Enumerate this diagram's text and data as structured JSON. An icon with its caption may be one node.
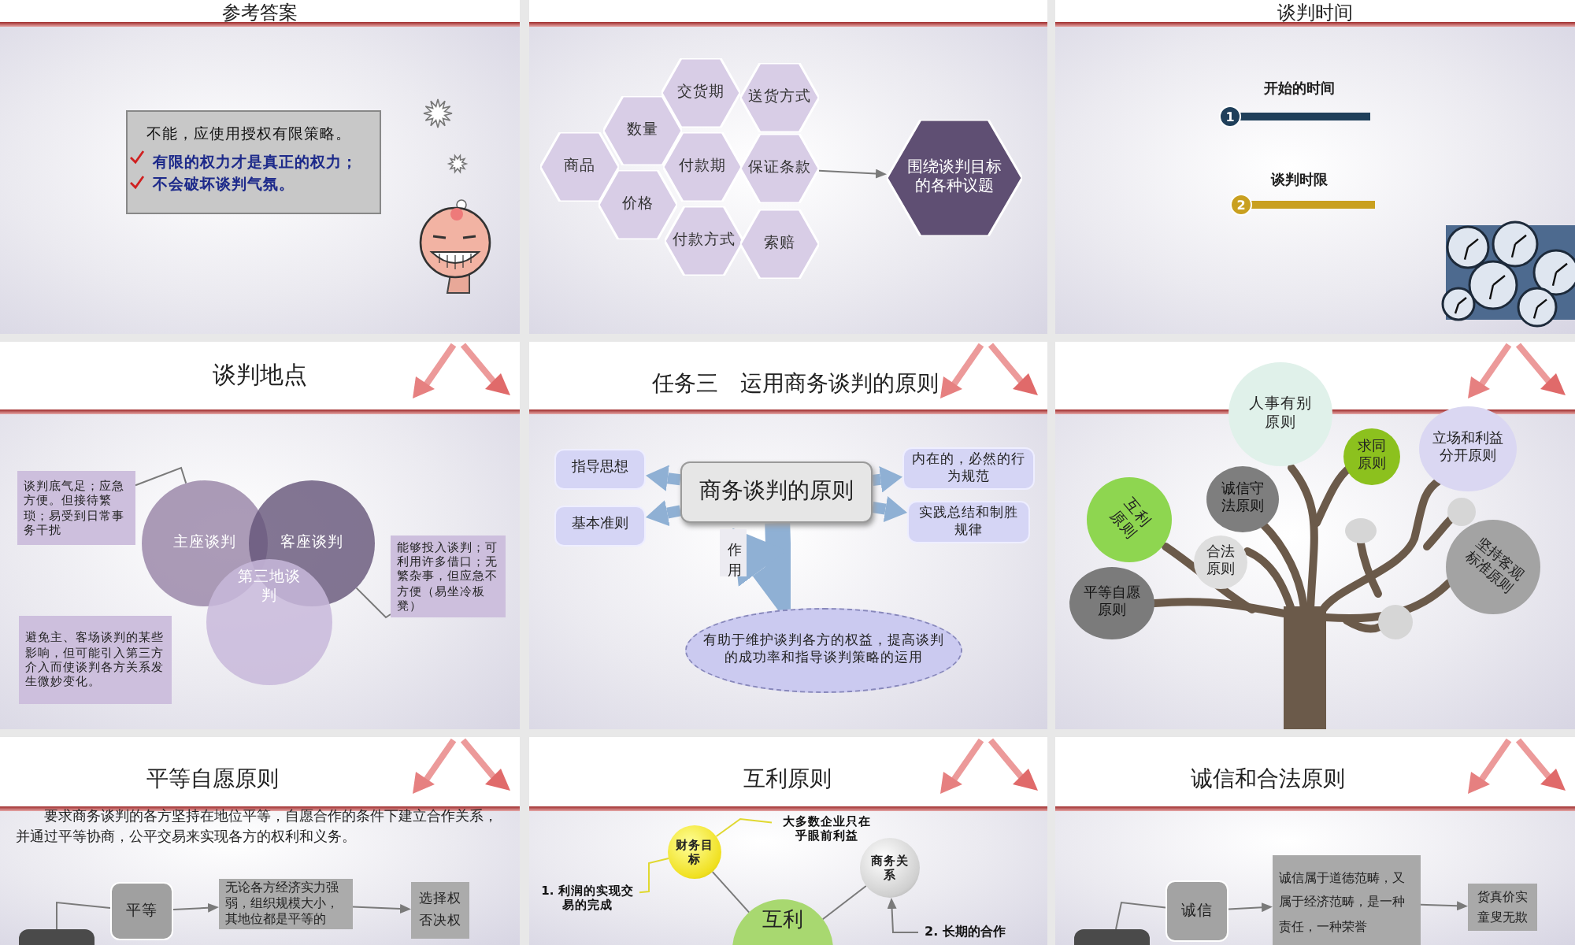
{
  "diagram": {
    "nodes": [
      {
        "text": [
          "不能，应使用授权有限策略。",
          "有限的权力才是真正的权力；",
          "不会破坏谈判气氛。"
        ]
      },
      {
        "text": [
          "商品"
        ]
      },
      {
        "text": [
          "数量"
        ]
      },
      {
        "text": [
          "价格"
        ]
      },
      {
        "text": [
          "交货期"
        ]
      },
      {
        "text": [
          "付款期"
        ]
      },
      {
        "text": [
          "付款方式"
        ]
      },
      {
        "text": [
          "送货方式"
        ]
      },
      {
        "text": [
          "保证条款"
        ]
      },
      {
        "text": [
          "索赔"
        ]
      },
      {
        "text": [
          "围绕谈判目标的各种议题"
        ]
      },
      {
        "text": [
          "主座谈判"
        ]
      },
      {
        "text": [
          "客座谈判"
        ]
      },
      {
        "text": [
          "第三地谈判"
        ]
      },
      {
        "text": [
          "谈判底气足；应急方便。但接待繁琐；易受到日常事务干扰"
        ]
      },
      {
        "text": [
          "能够投入谈判；可利用许多借口；无繁杂事，但应急不方便（易坐冷板凳）"
        ]
      },
      {
        "text": [
          "避免主、客场谈判的某些影响，但可能引入第三方介入而使谈判各方关系发生微妙变化。"
        ]
      },
      {
        "text": [
          "商务谈判的原则"
        ]
      },
      {
        "text": [
          "指导思想"
        ]
      },
      {
        "text": [
          "基本准则"
        ]
      },
      {
        "text": [
          "内在的，必然的行为规范"
        ]
      },
      {
        "text": [
          "实践总结和制胜规律"
        ]
      },
      {
        "text": [
          "有助于维护谈判各方的权益，提高谈判的成功率和指导谈判策略的运用"
        ]
      },
      {
        "text": [
          "人事有别原则"
        ]
      },
      {
        "text": [
          "求同原则"
        ]
      },
      {
        "text": [
          "立场和利益分开原则"
        ]
      },
      {
        "text": [
          "互利原则"
        ]
      },
      {
        "text": [
          "诚信守法原则"
        ]
      },
      {
        "text": [
          "合法原则"
        ]
      },
      {
        "text": [
          "坚持客观标准原则"
        ]
      },
      {
        "text": [
          "平等自愿原则"
        ]
      },
      {
        "text": [],
        "shape": "circle"
      },
      {
        "text": [],
        "shape": "circle"
      },
      {
        "text": [],
        "shape": "circle"
      },
      {
        "text": [],
        "shape": "box"
      },
      {
        "text": [
          "平等"
        ]
      },
      {
        "text": [
          "无论各方经济实力强弱，组织规模大小，其地位都是平等的"
        ]
      },
      {
        "text": [
          "选择权",
          "否决权"
        ]
      },
      {
        "text": [
          "财务目标"
        ]
      },
      {
        "text": [
          "商务关系"
        ]
      },
      {
        "text": [
          "互利"
        ]
      },
      {
        "text": [
          "大多数企业只在乎眼前利益"
        ]
      },
      {
        "text": [
          "1. 利润的实现交易的完成"
        ]
      },
      {
        "text": [
          "2. 长期的合作"
        ]
      },
      {
        "text": [],
        "shape": "box"
      },
      {
        "text": [
          "诚信"
        ]
      },
      {
        "text": [
          "诚信属于道德范畴，又属于经济范畴，是一种责任，一种荣誉"
        ]
      },
      {
        "text": [
          "货真价实",
          "童叟无欺"
        ]
      }
    ],
    "edges": [
      {
        "from": 8,
        "to": 10,
        "arrow": "to"
      },
      {
        "from": 14,
        "to": 11,
        "arrow": "none"
      },
      {
        "from": 12,
        "to": 15,
        "arrow": "none"
      },
      {
        "from": 17,
        "to": 18,
        "arrow": "to",
        "style": "thick",
        "color": "#8fb0d4"
      },
      {
        "from": 17,
        "to": 19,
        "arrow": "to",
        "style": "thick",
        "color": "#8fb0d4"
      },
      {
        "from": 17,
        "to": 20,
        "arrow": "to",
        "style": "thick",
        "color": "#8fb0d4"
      },
      {
        "from": 17,
        "to": 21,
        "arrow": "to",
        "style": "thick",
        "color": "#8fb0d4"
      },
      {
        "from": 17,
        "to": 22,
        "arrow": "to",
        "style": "thick",
        "color": "#8fb0d4",
        "label": "作用"
      },
      {
        "from": 34,
        "to": 35,
        "arrow": "none"
      },
      {
        "from": 35,
        "to": 36,
        "arrow": "to"
      },
      {
        "from": 36,
        "to": 37,
        "arrow": "to"
      },
      {
        "from": 38,
        "to": 40,
        "arrow": "none"
      },
      {
        "from": 39,
        "to": 40,
        "arrow": "none"
      },
      {
        "from": 38,
        "to": 41,
        "arrow": "none",
        "color": "#e0d830"
      },
      {
        "from": 42,
        "to": 38,
        "arrow": "none",
        "color": "#e0d830"
      },
      {
        "from": 43,
        "to": 39,
        "arrow": "to"
      },
      {
        "from": 44,
        "to": 45,
        "arrow": "none"
      },
      {
        "from": 45,
        "to": 46,
        "arrow": "to"
      },
      {
        "from": 46,
        "to": 47,
        "arrow": "to"
      }
    ],
    "labels": [
      "参考答案",
      "谈判时间",
      "开始的时间",
      "1",
      "谈判时限",
      "2",
      "谈判地点",
      "任务三　运用商务谈判的原则",
      "平等自愿原则",
      "要求商务谈判的各方坚持在地位平等，自愿合作的条件下建立合作关系，并通过平等协商，公平交易来实现各方的权利和义务。",
      "互利原则",
      "诚信和合法原则"
    ]
  }
}
